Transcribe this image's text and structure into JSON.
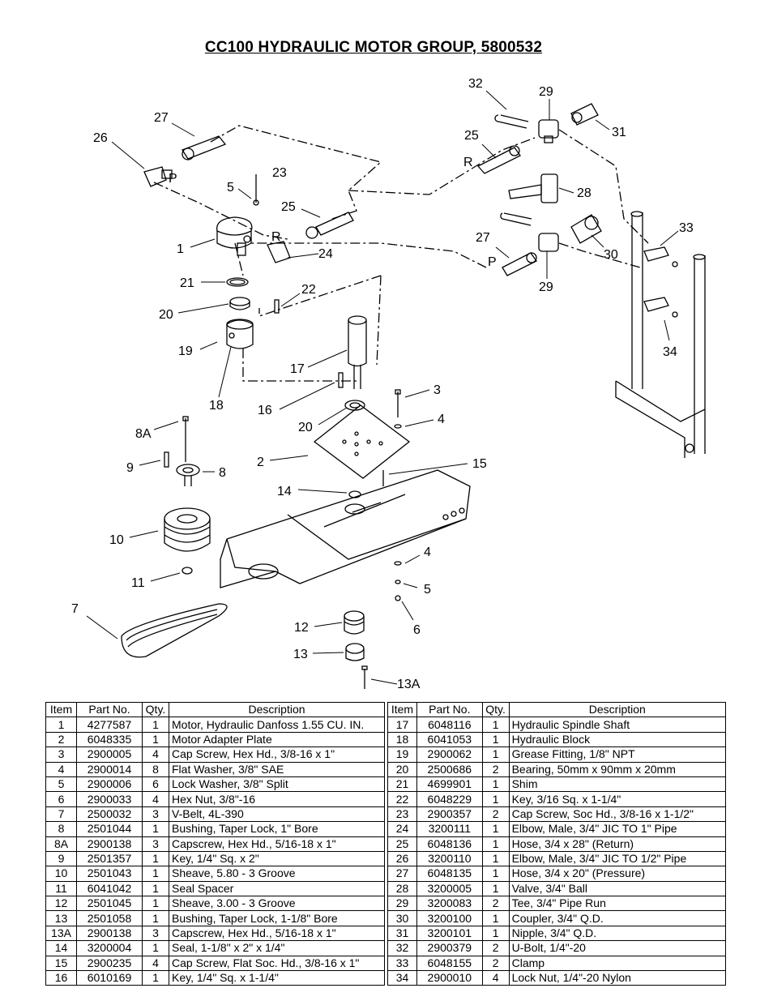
{
  "title": "CC100 HYDRAULIC MOTOR GROUP, 5800532",
  "callouts": {
    "c32": "32",
    "c29a": "29",
    "c31": "31",
    "c25a": "25",
    "rA": "R",
    "c28": "28",
    "c27a": "27",
    "c26": "26",
    "pA": "P",
    "c23": "23",
    "c5a": "5",
    "c25b": "25",
    "c1": "1",
    "rB": "R",
    "c24": "24",
    "c21": "21",
    "c22": "22",
    "c20a": "20",
    "c19": "19",
    "c18": "18",
    "c17": "17",
    "c16": "16",
    "c20b": "20",
    "c3": "3",
    "c4a": "4",
    "c15": "15",
    "c2": "2",
    "c14": "14",
    "c8a": "8A",
    "c9": "9",
    "c8": "8",
    "c10": "10",
    "c11": "11",
    "c7": "7",
    "c4b": "4",
    "c5b": "5",
    "c6": "6",
    "c12": "12",
    "c13": "13",
    "c13a": "13A",
    "c27b": "27",
    "pB": "P",
    "c30": "30",
    "c29b": "29",
    "c33": "33",
    "c34": "34"
  },
  "table": {
    "headers": [
      "Item",
      "Part No.",
      "Qty.",
      "Description"
    ],
    "left": [
      [
        "1",
        "4277587",
        "1",
        "Motor, Hydraulic Danfoss 1.55 CU. IN."
      ],
      [
        "2",
        "6048335",
        "1",
        "Motor Adapter Plate"
      ],
      [
        "3",
        "2900005",
        "4",
        "Cap Screw, Hex Hd., 3/8-16 x 1\""
      ],
      [
        "4",
        "2900014",
        "8",
        "Flat Washer, 3/8\" SAE"
      ],
      [
        "5",
        "2900006",
        "6",
        "Lock Washer, 3/8\" Split"
      ],
      [
        "6",
        "2900033",
        "4",
        "Hex Nut, 3/8\"-16"
      ],
      [
        "7",
        "2500032",
        "3",
        "V-Belt, 4L-390"
      ],
      [
        "8",
        "2501044",
        "1",
        "Bushing, Taper Lock, 1\" Bore"
      ],
      [
        "8A",
        "2900138",
        "3",
        "Capscrew, Hex Hd., 5/16-18 x 1\""
      ],
      [
        "9",
        "2501357",
        "1",
        "Key, 1/4\" Sq. x 2\""
      ],
      [
        "10",
        "2501043",
        "1",
        "Sheave, 5.80 - 3 Groove"
      ],
      [
        "11",
        "6041042",
        "1",
        "Seal Spacer"
      ],
      [
        "12",
        "2501045",
        "1",
        "Sheave, 3.00 - 3 Groove"
      ],
      [
        "13",
        "2501058",
        "1",
        "Bushing, Taper Lock, 1-1/8\" Bore"
      ],
      [
        "13A",
        "2900138",
        "3",
        "Capscrew, Hex Hd., 5/16-18 x 1\""
      ],
      [
        "14",
        "3200004",
        "1",
        "Seal, 1-1/8\" x 2\" x 1/4\""
      ],
      [
        "15",
        "2900235",
        "4",
        "Cap Screw, Flat Soc. Hd., 3/8-16 x 1\""
      ],
      [
        "16",
        "6010169",
        "1",
        "Key, 1/4\" Sq. x 1-1/4\""
      ]
    ],
    "right": [
      [
        "17",
        "6048116",
        "1",
        "Hydraulic Spindle Shaft"
      ],
      [
        "18",
        "6041053",
        "1",
        "Hydraulic Block"
      ],
      [
        "19",
        "2900062",
        "1",
        "Grease Fitting, 1/8\" NPT"
      ],
      [
        "20",
        "2500686",
        "2",
        "Bearing, 50mm x 90mm x 20mm"
      ],
      [
        "21",
        "4699901",
        "1",
        "Shim"
      ],
      [
        "22",
        "6048229",
        "1",
        "Key, 3/16 Sq. x 1-1/4\""
      ],
      [
        "23",
        "2900357",
        "2",
        "Cap Screw, Soc Hd., 3/8-16 x 1-1/2\""
      ],
      [
        "24",
        "3200111",
        "1",
        "Elbow, Male, 3/4\" JIC TO 1\" Pipe"
      ],
      [
        "25",
        "6048136",
        "1",
        "Hose, 3/4 x 28\" (Return)"
      ],
      [
        "26",
        "3200110",
        "1",
        "Elbow, Male, 3/4\" JIC TO 1/2\" Pipe"
      ],
      [
        "27",
        "6048135",
        "1",
        "Hose, 3/4 x 20\" (Pressure)"
      ],
      [
        "28",
        "3200005",
        "1",
        "Valve, 3/4\" Ball"
      ],
      [
        "29",
        "3200083",
        "2",
        "Tee, 3/4\" Pipe Run"
      ],
      [
        "30",
        "3200100",
        "1",
        "Coupler, 3/4\" Q.D."
      ],
      [
        "31",
        "3200101",
        "1",
        "Nipple, 3/4\" Q.D."
      ],
      [
        "32",
        "2900379",
        "2",
        "U-Bolt, 1/4\"-20"
      ],
      [
        "33",
        "6048155",
        "2",
        "Clamp"
      ],
      [
        "34",
        "2900010",
        "4",
        "Lock Nut, 1/4\"-20 Nylon"
      ]
    ]
  }
}
